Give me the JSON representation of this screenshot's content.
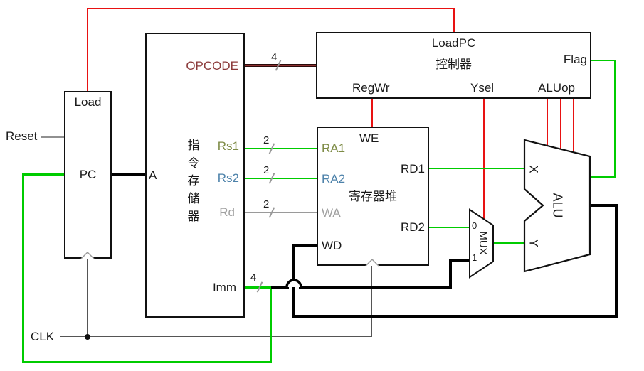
{
  "diagram": {
    "pc": {
      "title": "PC",
      "load_port": "Load"
    },
    "instruction_memory": {
      "title": "指令存储器",
      "port_a": "A",
      "port_opcode": "OPCODE",
      "port_rs1": "Rs1",
      "port_rs2": "Rs2",
      "port_rd": "Rd",
      "port_imm": "Imm"
    },
    "controller": {
      "title": "控制器",
      "port_loadpc": "LoadPC",
      "port_flag": "Flag",
      "port_regwr": "RegWr",
      "port_ysel": "Ysel",
      "port_aluop": "ALUop"
    },
    "register_file": {
      "title": "寄存器堆",
      "port_we": "WE",
      "port_ra1": "RA1",
      "port_ra2": "RA2",
      "port_wa": "WA",
      "port_wd": "WD",
      "port_rd1": "RD1",
      "port_rd2": "RD2"
    },
    "mux": {
      "title": "MUX",
      "port_0": "0",
      "port_1": "1"
    },
    "alu": {
      "title": "ALU",
      "port_x": "X",
      "port_y": "Y"
    },
    "signals": {
      "reset": "Reset",
      "clk": "CLK"
    },
    "bus_widths": {
      "opcode": "4",
      "rs1": "2",
      "rs2": "2",
      "rd": "2",
      "imm": "4"
    },
    "colors": {
      "wire_green": "#00cc00",
      "wire_red": "#e81212",
      "wire_black": "#000000",
      "wire_maroon": "#7b2626",
      "wire_gray": "#9a9a9a",
      "text_opcode": "#8b3a3a",
      "text_rs1": "#7d8b45",
      "text_rs2": "#4d82aa",
      "text_rd": "#a0a0a0"
    }
  }
}
